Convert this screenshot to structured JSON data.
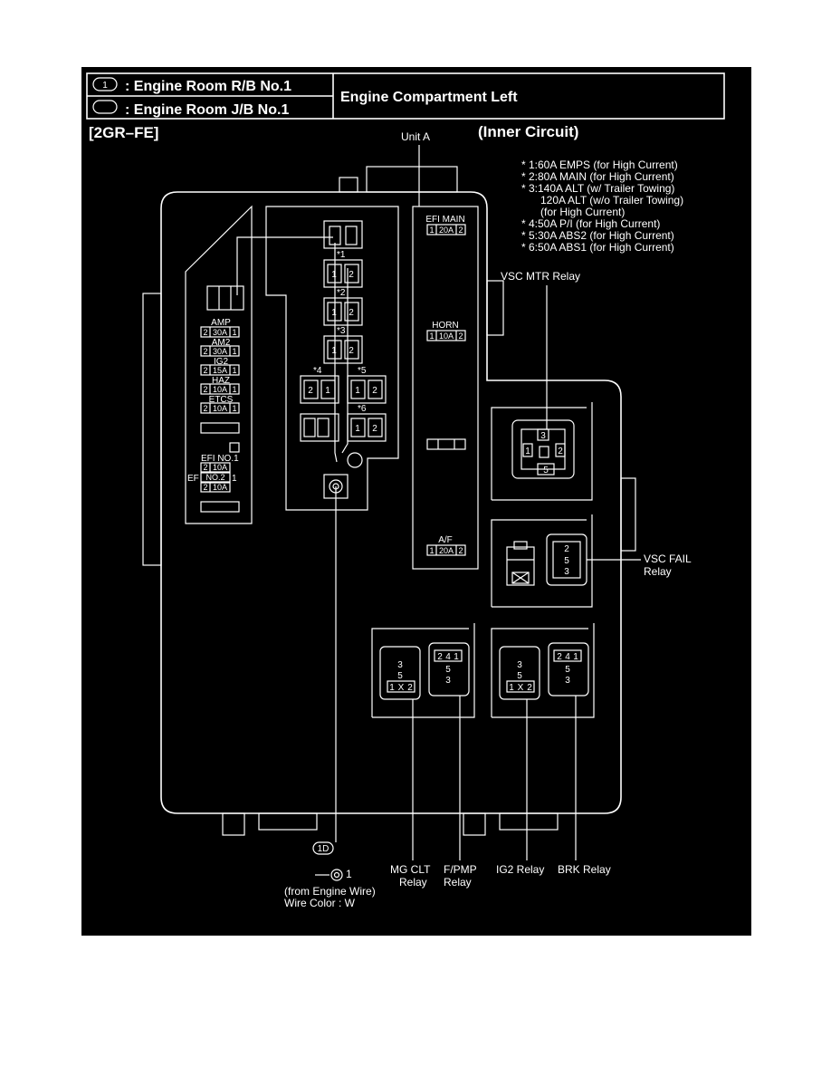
{
  "legend": {
    "rb_symbol": "1",
    "rb_text": ": Engine Room R/B No.1",
    "jb_text": ": Engine Room J/B No.1",
    "location": "Engine Compartment Left"
  },
  "engine": "[2GR–FE]",
  "unit_label": "Unit A",
  "circuit_label": "(Inner Circuit)",
  "notes": [
    "* 1:60A EMPS (for High Current)",
    "* 2:80A MAIN (for High Current)",
    "* 3:140A ALT (w/ Trailer Towing)",
    "120A ALT (w/o Trailer Towing)",
    "(for High Current)",
    "* 4:50A P/I (for High Current)",
    "* 5:30A ABS2 (for High Current)",
    "* 6:50A ABS1 (for High Current)"
  ],
  "left_fuses": [
    {
      "name": "AMP",
      "rating": "30A"
    },
    {
      "name": "AM2",
      "rating": "30A"
    },
    {
      "name": "IG2",
      "rating": "15A"
    },
    {
      "name": "HAZ",
      "rating": "10A"
    },
    {
      "name": "ETCS",
      "rating": "10A"
    }
  ],
  "efi_no1": {
    "name": "EFI NO.1",
    "rating": "10A"
  },
  "efi_no2": {
    "prefix": "EF",
    "name": "NO.2",
    "pin": "1",
    "rating": "10A"
  },
  "fuse_pin_left": "2",
  "fuse_pin_right": "1",
  "star_labels": [
    "*1",
    "*2",
    "*3",
    "*4",
    "*5",
    "*6"
  ],
  "right_fuses": [
    {
      "name": "EFI MAIN",
      "rating": "20A"
    },
    {
      "name": "HORN",
      "rating": "10A"
    },
    {
      "name": "A/F",
      "rating": "20A"
    }
  ],
  "relays": {
    "vsc_mtr": "VSC MTR Relay",
    "vsc_fail": [
      "VSC FAIL",
      "Relay"
    ],
    "mg_clt": [
      "MG CLT",
      "Relay"
    ],
    "f_pmp": [
      "F/PMP",
      "Relay"
    ],
    "ig2": "IG2 Relay",
    "brk": "BRK Relay"
  },
  "pins": {
    "p1": "1",
    "p2": "2",
    "p3": "3",
    "p4": "4",
    "p5": "5",
    "px": "X"
  },
  "connector": {
    "code": "1D",
    "pin": "1",
    "from": "(from Engine Wire)",
    "wire_color": "Wire Color : W"
  }
}
